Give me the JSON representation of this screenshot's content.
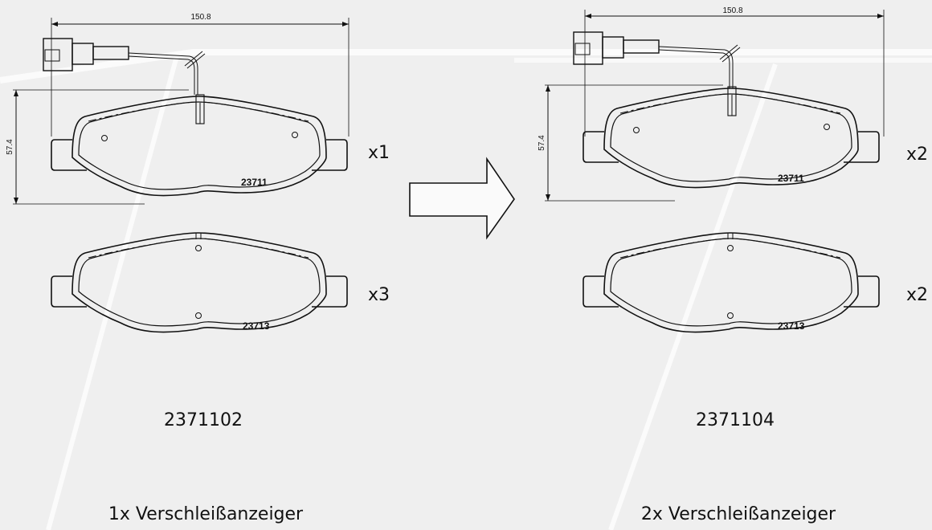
{
  "diagram": {
    "left": {
      "dimensions": {
        "width_label": "150.8",
        "height_label": "57.4"
      },
      "pads": [
        {
          "code": "23711",
          "qty": "x1",
          "has_sensor": true
        },
        {
          "code": "23713",
          "qty": "x3",
          "has_sensor": false
        }
      ],
      "part_number": "2371102",
      "wear_indicator_text": "1x Verschleißanzeiger"
    },
    "right": {
      "dimensions": {
        "width_label": "150.8",
        "height_label": "57.4"
      },
      "pads": [
        {
          "code": "23711",
          "qty": "x2",
          "has_sensor": true
        },
        {
          "code": "23713",
          "qty": "x2",
          "has_sensor": false
        }
      ],
      "part_number": "2371104",
      "wear_indicator_text": "2x Verschleißanzeiger"
    },
    "arrow_icon": "right-arrow-outline-icon"
  },
  "colors": {
    "background": "#efefef",
    "watermark": "#ffffff",
    "line": "#111111"
  }
}
